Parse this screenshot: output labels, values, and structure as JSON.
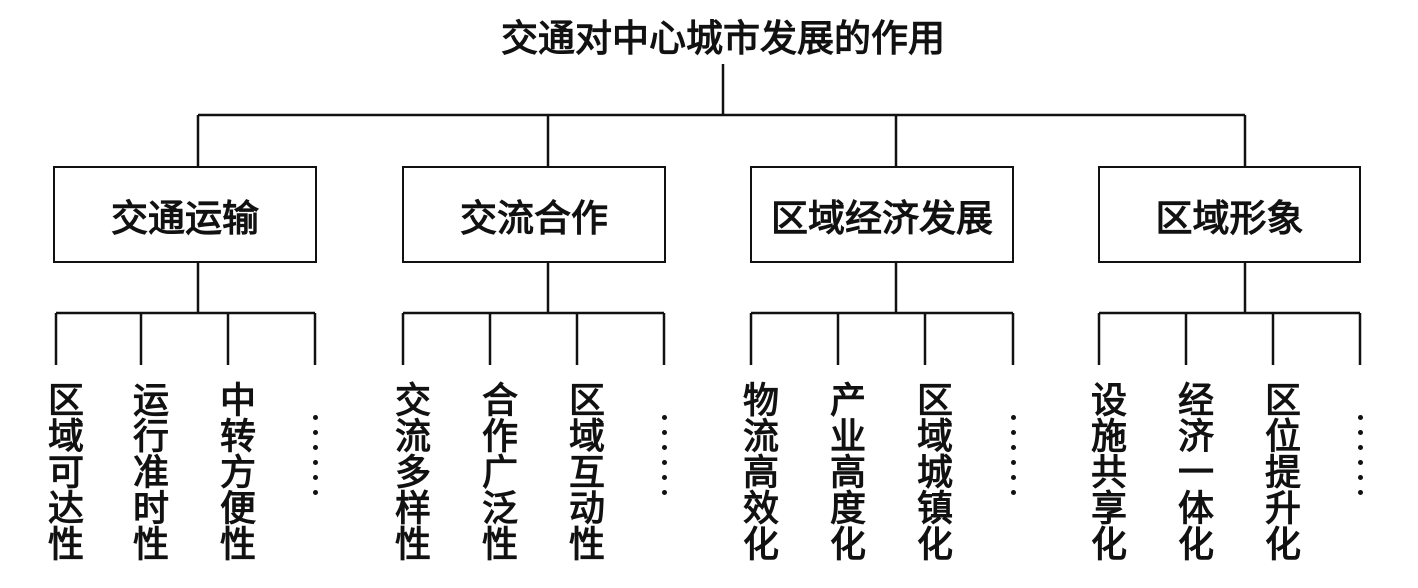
{
  "title": "交通对中心城市发展的作用",
  "branches": [
    {
      "label": "交通运输",
      "leaves": [
        "区域可达性",
        "运行准时性",
        "中转方便性"
      ]
    },
    {
      "label": "交流合作",
      "leaves": [
        "交流多样性",
        "合作广泛性",
        "区域互动性"
      ]
    },
    {
      "label": "区域经济发展",
      "leaves": [
        "物流高效化",
        "产业高度化",
        "区域城镇化"
      ]
    },
    {
      "label": "区域形象",
      "leaves": [
        "设施共享化",
        "经济一体化",
        "区位提升化"
      ]
    }
  ],
  "ellipsis": "……"
}
